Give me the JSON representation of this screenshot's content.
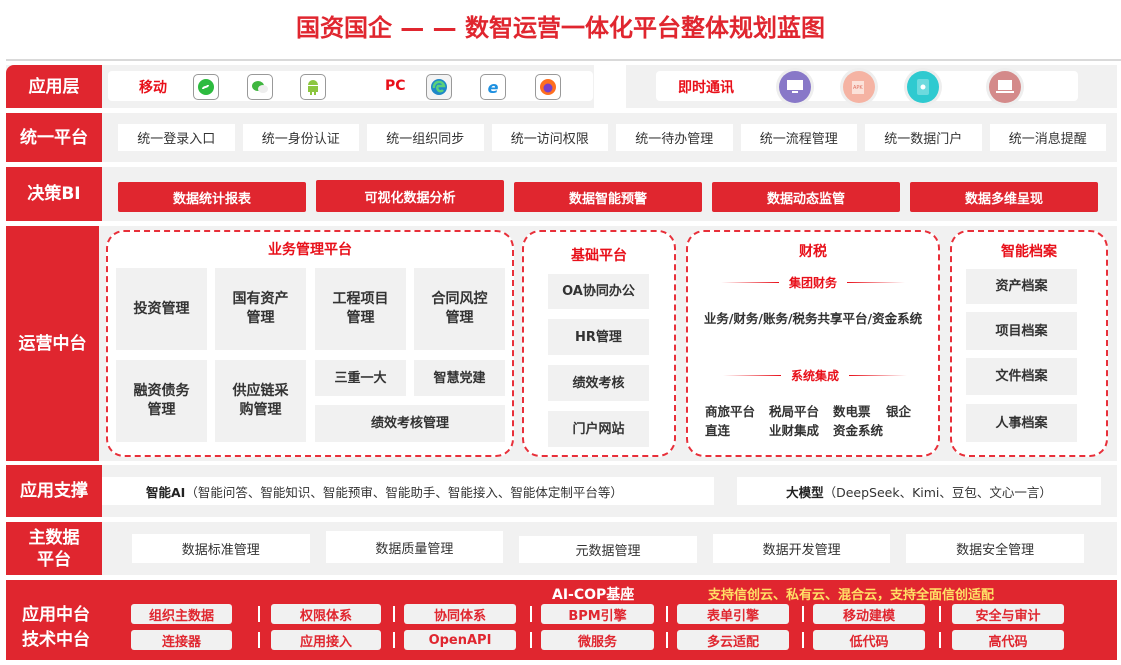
{
  "title": "国资国企 — — 数智运营一体化平台整体规划蓝图",
  "layers": {
    "app": {
      "label": "应用层",
      "mobile_label": "移动",
      "mobile_icons": [
        "mini-program-icon",
        "wechat-icon",
        "android-icon"
      ],
      "pc_label": "PC",
      "pc_icons": [
        "edge-icon",
        "ie-icon",
        "firefox-icon"
      ],
      "im_label": "即时通讯",
      "im_icons": [
        "windows-desktop-icon",
        "apk-linux-icon",
        "ios-tablet-icon",
        "mac-laptop-icon"
      ]
    },
    "unified": {
      "label": "统一平台",
      "items": [
        "统一登录入口",
        "统一身份认证",
        "统一组织同步",
        "统一访问权限",
        "统一待办管理",
        "统一流程管理",
        "统一数据门户",
        "统一消息提醒"
      ]
    },
    "bi": {
      "label": "决策BI",
      "items": [
        "数据统计报表",
        "可视化数据分析",
        "数据智能预警",
        "数据动态监管",
        "数据多维呈现"
      ]
    },
    "ops": {
      "label": "运营中台",
      "business": {
        "title": "业务管理平台",
        "items": [
          "投资管理",
          "国有资产\n管理",
          "工程项目\n管理",
          "合同风控\n管理",
          "融资债务\n管理",
          "供应链采\n购管理",
          "三重一大",
          "智慧党建",
          "绩效考核管理"
        ]
      },
      "base": {
        "title": "基础平台",
        "items": [
          "OA协同办公",
          "HR管理",
          "绩效考核",
          "门户网站"
        ]
      },
      "finance": {
        "title": "财税",
        "group_title": "集团财务",
        "group_text": "业务/财务/账务/税务共享平台/资金系统",
        "integration_title": "系统集成",
        "integration_items": [
          "商旅平台",
          "税局平台",
          "数电票",
          "银企",
          "直连",
          "业财集成",
          "资金系统"
        ]
      },
      "archive": {
        "title": "智能档案",
        "items": [
          "资产档案",
          "项目档案",
          "文件档案",
          "人事档案"
        ]
      }
    },
    "support": {
      "label": "应用支撑",
      "ai_bold": "智能AI",
      "ai_text": "（智能问答、智能知识、智能预审、智能助手、智能接入、智能体定制平台等）",
      "llm_bold": "大模型",
      "llm_text": "（DeepSeek、Kimi、豆包、文心一言）"
    },
    "masterdata": {
      "label_line1": "主数据",
      "label_line2": "平台",
      "items": [
        "数据标准管理",
        "数据质量管理",
        "元数据管理",
        "数据开发管理",
        "数据安全管理"
      ]
    },
    "middle": {
      "label_line1": "应用中台",
      "label_line2": "技术中台",
      "base_title": "AI-COP基座",
      "support_text": "支持信创云、私有云、混合云，支持全面信创适配",
      "row1": [
        "组织主数据",
        "权限体系",
        "协同体系",
        "BPM引擎",
        "表单引擎",
        "移动建模",
        "安全与审计"
      ],
      "row2": [
        "连接器",
        "应用接入",
        "OpenAPI",
        "微服务",
        "多云适配",
        "低代码",
        "高代码"
      ]
    }
  },
  "colors": {
    "brand_red": "#e0262f",
    "band_grey": "#f1f1f1",
    "support_yellow": "#ffe066"
  }
}
